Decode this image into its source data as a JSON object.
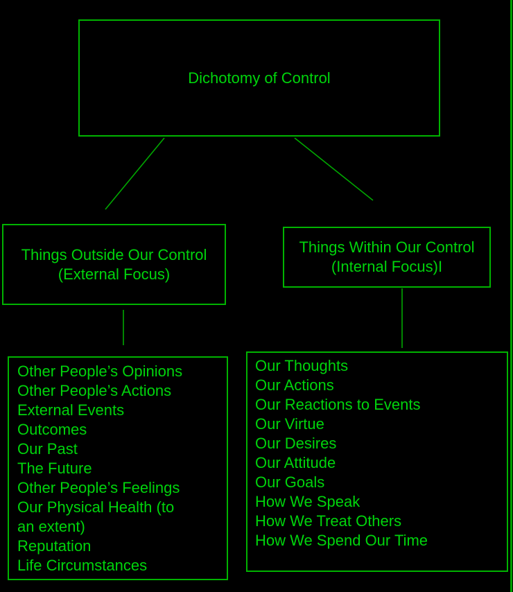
{
  "colors": {
    "background": "#000000",
    "box_border_green": "#00b400",
    "text_green": "#00d40c",
    "connector_green": "#00a800",
    "screen_edge_green": "#00a000"
  },
  "diagram": {
    "root": {
      "title": "Dichotomy of Control"
    },
    "left_branch": {
      "line1": "Things Outside Our Control",
      "line2": "(External Focus)"
    },
    "right_branch": {
      "line1": "Things Within Our Control",
      "line2": "(Internal Focus)",
      "caret": "I"
    },
    "left_list": {
      "items": [
        "Other People’s Opinions",
        "Other People’s Actions",
        "External Events",
        "Outcomes",
        "Our Past",
        "The Future",
        "Other People’s Feelings",
        "Our Physical Health (to\nan extent)",
        "Reputation",
        "Life Circumstances"
      ]
    },
    "right_list": {
      "items": [
        "Our Thoughts",
        "Our Actions",
        "Our Reactions to Events",
        "Our Virtue",
        "Our Desires",
        "Our Attitude",
        "Our Goals",
        "How We Speak",
        "How We Treat Others",
        "How We Spend Our Time"
      ]
    }
  }
}
